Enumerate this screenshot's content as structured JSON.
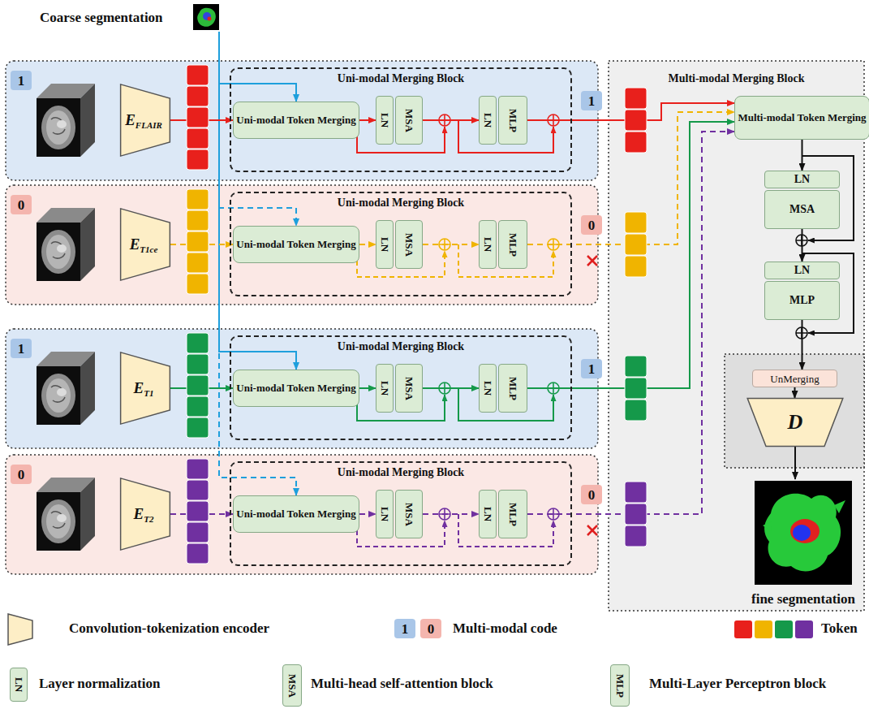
{
  "diagram": {
    "nodes": [
      {
        "text": [
          "Coarse segmentation"
        ]
      },
      {
        "text": [
          "1"
        ]
      },
      {
        "text": [
          "E",
          "FLAIR"
        ]
      },
      {
        "text": [
          "Uni-modal Merging Block"
        ]
      },
      {
        "text": [
          "Uni-modal Token Merging"
        ],
        "in": 3
      },
      {
        "text": [
          "LN"
        ],
        "in": 3
      },
      {
        "text": [
          "MSA"
        ],
        "in": 3
      },
      {
        "text": [
          "LN"
        ],
        "in": 3
      },
      {
        "text": [
          "MLP"
        ],
        "in": 3
      },
      {
        "text": [
          "1"
        ]
      },
      {
        "text": [
          "0"
        ]
      },
      {
        "text": [
          "E",
          "T1ce"
        ]
      },
      {
        "text": [
          "Uni-modal Merging Block"
        ]
      },
      {
        "text": [
          "Uni-modal Token Merging"
        ],
        "in": 12
      },
      {
        "text": [
          "LN"
        ],
        "in": 12
      },
      {
        "text": [
          "MSA"
        ],
        "in": 12
      },
      {
        "text": [
          "LN"
        ],
        "in": 12
      },
      {
        "text": [
          "MLP"
        ],
        "in": 12
      },
      {
        "text": [
          "0"
        ]
      },
      {
        "text": [
          "1"
        ]
      },
      {
        "text": [
          "E",
          "T1"
        ]
      },
      {
        "text": [
          "Uni-modal Merging Block"
        ]
      },
      {
        "text": [
          "Uni-modal Token Merging"
        ],
        "in": 21
      },
      {
        "text": [
          "LN"
        ],
        "in": 21
      },
      {
        "text": [
          "MSA"
        ],
        "in": 21
      },
      {
        "text": [
          "LN"
        ],
        "in": 21
      },
      {
        "text": [
          "MLP"
        ],
        "in": 21
      },
      {
        "text": [
          "1"
        ]
      },
      {
        "text": [
          "0"
        ]
      },
      {
        "text": [
          "E",
          "T2"
        ]
      },
      {
        "text": [
          "Uni-modal Merging Block"
        ]
      },
      {
        "text": [
          "Uni-modal Token Merging"
        ],
        "in": 30
      },
      {
        "text": [
          "LN"
        ],
        "in": 30
      },
      {
        "text": [
          "MSA"
        ],
        "in": 30
      },
      {
        "text": [
          "LN"
        ],
        "in": 30
      },
      {
        "text": [
          "MLP"
        ],
        "in": 30
      },
      {
        "text": [
          "0"
        ]
      },
      {
        "text": [
          "Multi-modal Merging Block"
        ]
      },
      {
        "text": [
          "Multi-modal Token Merging"
        ],
        "in": 37
      },
      {
        "text": [
          "LN"
        ],
        "in": 37
      },
      {
        "text": [
          "MSA"
        ],
        "in": 37
      },
      {
        "text": [
          "LN"
        ],
        "in": 37
      },
      {
        "text": [
          "MLP"
        ],
        "in": 37
      },
      {
        "text": [
          "UnMerging"
        ]
      },
      {
        "text": [
          "D"
        ]
      },
      {
        "text": [
          "fine segmentation"
        ]
      }
    ],
    "edges": [
      {
        "from": 0,
        "to": 4,
        "arrow": "to"
      },
      {
        "from": 0,
        "to": 13,
        "arrow": "to"
      },
      {
        "from": 0,
        "to": 22,
        "arrow": "to"
      },
      {
        "from": 0,
        "to": 31,
        "arrow": "to"
      },
      {
        "from": 2,
        "to": 4,
        "arrow": "to"
      },
      {
        "from": 4,
        "to": 5,
        "arrow": "to"
      },
      {
        "from": 6,
        "to": 7,
        "arrow": "to"
      },
      {
        "from": 8,
        "to": 38,
        "arrow": "to"
      },
      {
        "from": 11,
        "to": 13,
        "arrow": "to"
      },
      {
        "from": 13,
        "to": 14,
        "arrow": "to"
      },
      {
        "from": 15,
        "to": 16,
        "arrow": "to"
      },
      {
        "from": 17,
        "to": 38,
        "arrow": "to"
      },
      {
        "from": 20,
        "to": 22,
        "arrow": "to"
      },
      {
        "from": 22,
        "to": 23,
        "arrow": "to"
      },
      {
        "from": 24,
        "to": 25,
        "arrow": "to"
      },
      {
        "from": 26,
        "to": 38,
        "arrow": "to"
      },
      {
        "from": 29,
        "to": 31,
        "arrow": "to"
      },
      {
        "from": 31,
        "to": 32,
        "arrow": "to"
      },
      {
        "from": 33,
        "to": 34,
        "arrow": "to"
      },
      {
        "from": 35,
        "to": 38,
        "arrow": "to"
      },
      {
        "from": 38,
        "to": 39,
        "arrow": "to"
      },
      {
        "from": 40,
        "to": 41,
        "arrow": "to"
      },
      {
        "from": 42,
        "to": 43,
        "arrow": "to"
      },
      {
        "from": 43,
        "to": 44,
        "arrow": "to"
      },
      {
        "from": 44,
        "to": 45,
        "arrow": "to"
      }
    ],
    "labels": [
      "1",
      "0",
      "LN",
      "MSA",
      "MLP"
    ],
    "legend": [
      {
        "text": "Convolution-tokenization encoder"
      },
      {
        "text": "Multi-modal code"
      },
      {
        "text": "Token"
      },
      {
        "text": "Layer normalization"
      },
      {
        "text": "Multi-head self-attention block"
      },
      {
        "text": "Multi-Layer Perceptron block"
      }
    ]
  }
}
